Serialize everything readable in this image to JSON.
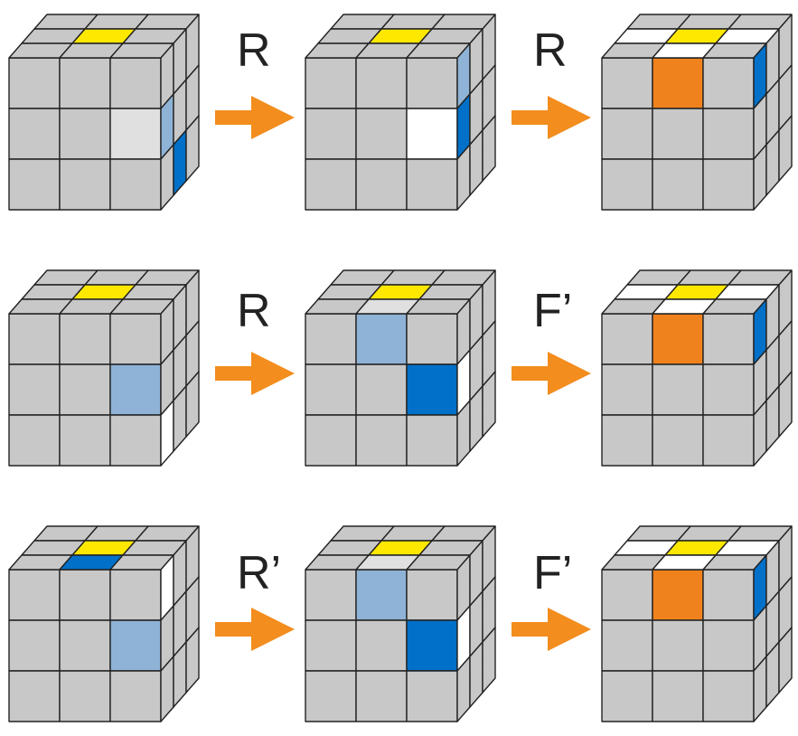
{
  "colors": {
    "grey": "#c8c8c8",
    "yellow": "#ffe800",
    "white": "#ffffff",
    "light_blue": "#8fb3d6",
    "blue": "#0070c8",
    "pale": "#e0e0e0",
    "orange": "#f0821e",
    "outline": "#222222",
    "arrow": "#f28d1e"
  },
  "rows": [
    {
      "moves": [
        "R",
        "R"
      ],
      "cubes": [
        {
          "top": [
            "grey",
            "grey",
            "grey",
            "grey",
            "yellow",
            "grey",
            "grey",
            "grey",
            "grey"
          ],
          "front": [
            "grey",
            "grey",
            "grey",
            "grey",
            "grey",
            "pale",
            "grey",
            "grey",
            "grey"
          ],
          "right": [
            "grey",
            "grey",
            "grey",
            "light_blue",
            "grey",
            "grey",
            "grey",
            "blue",
            "grey"
          ]
        },
        {
          "top": [
            "grey",
            "grey",
            "grey",
            "grey",
            "yellow",
            "grey",
            "grey",
            "grey",
            "grey"
          ],
          "front": [
            "grey",
            "grey",
            "grey",
            "grey",
            "grey",
            "white",
            "grey",
            "grey",
            "grey"
          ],
          "right": [
            "light_blue",
            "grey",
            "grey",
            "blue",
            "grey",
            "grey",
            "grey",
            "grey",
            "grey"
          ]
        },
        {
          "top": [
            "grey",
            "grey",
            "grey",
            "white",
            "yellow",
            "white",
            "grey",
            "white",
            "grey"
          ],
          "front": [
            "grey",
            "orange",
            "grey",
            "grey",
            "grey",
            "grey",
            "grey",
            "grey",
            "grey"
          ],
          "right": [
            "blue",
            "grey",
            "grey",
            "grey",
            "grey",
            "grey",
            "grey",
            "grey",
            "grey"
          ]
        }
      ]
    },
    {
      "moves": [
        "R",
        "F’"
      ],
      "cubes": [
        {
          "top": [
            "grey",
            "grey",
            "grey",
            "grey",
            "yellow",
            "grey",
            "grey",
            "grey",
            "grey"
          ],
          "front": [
            "grey",
            "grey",
            "grey",
            "grey",
            "grey",
            "light_blue",
            "grey",
            "grey",
            "grey"
          ],
          "right": [
            "grey",
            "grey",
            "grey",
            "grey",
            "grey",
            "grey",
            "white",
            "grey",
            "grey"
          ]
        },
        {
          "top": [
            "grey",
            "grey",
            "grey",
            "grey",
            "yellow",
            "grey",
            "grey",
            "pale",
            "grey"
          ],
          "front": [
            "grey",
            "light_blue",
            "grey",
            "grey",
            "grey",
            "blue",
            "grey",
            "grey",
            "grey"
          ],
          "right": [
            "grey",
            "grey",
            "grey",
            "white",
            "grey",
            "grey",
            "grey",
            "grey",
            "grey"
          ]
        },
        {
          "top": [
            "grey",
            "grey",
            "grey",
            "white",
            "yellow",
            "white",
            "grey",
            "white",
            "grey"
          ],
          "front": [
            "grey",
            "orange",
            "grey",
            "grey",
            "grey",
            "grey",
            "grey",
            "grey",
            "grey"
          ],
          "right": [
            "blue",
            "grey",
            "grey",
            "grey",
            "grey",
            "grey",
            "grey",
            "grey",
            "grey"
          ]
        }
      ]
    },
    {
      "moves": [
        "R’",
        "F’"
      ],
      "cubes": [
        {
          "top": [
            "grey",
            "grey",
            "grey",
            "grey",
            "yellow",
            "grey",
            "grey",
            "blue",
            "grey"
          ],
          "front": [
            "grey",
            "grey",
            "grey",
            "grey",
            "grey",
            "light_blue",
            "grey",
            "grey",
            "grey"
          ],
          "right": [
            "white",
            "grey",
            "grey",
            "grey",
            "grey",
            "grey",
            "grey",
            "grey",
            "grey"
          ]
        },
        {
          "top": [
            "grey",
            "grey",
            "grey",
            "grey",
            "yellow",
            "grey",
            "grey",
            "pale",
            "grey"
          ],
          "front": [
            "grey",
            "light_blue",
            "grey",
            "grey",
            "grey",
            "blue",
            "grey",
            "grey",
            "grey"
          ],
          "right": [
            "grey",
            "grey",
            "grey",
            "white",
            "grey",
            "grey",
            "grey",
            "grey",
            "grey"
          ]
        },
        {
          "top": [
            "grey",
            "grey",
            "grey",
            "white",
            "yellow",
            "white",
            "grey",
            "white",
            "grey"
          ],
          "front": [
            "grey",
            "orange",
            "grey",
            "grey",
            "grey",
            "grey",
            "grey",
            "grey",
            "grey"
          ],
          "right": [
            "blue",
            "grey",
            "grey",
            "grey",
            "grey",
            "grey",
            "grey",
            "grey",
            "grey"
          ]
        }
      ]
    }
  ]
}
